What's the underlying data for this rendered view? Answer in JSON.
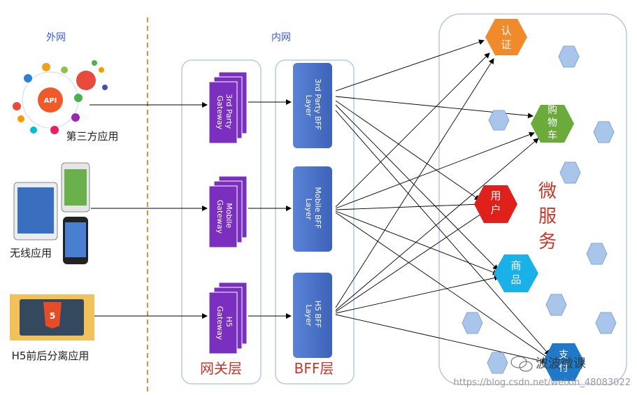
{
  "zones": {
    "external": "外网",
    "internal": "内网"
  },
  "clients": {
    "third_party": "第三方应用",
    "third_party_icon_label": "API",
    "wireless": "无线应用",
    "h5": "H5前后分离应用"
  },
  "layers": {
    "gateway_layer": "网关层",
    "bff_layer": "BFF层",
    "microservices": [
      "微",
      "服",
      "务"
    ]
  },
  "gateways": [
    {
      "lines": [
        "3rd Party",
        "Gateway"
      ]
    },
    {
      "lines": [
        "Mobile",
        "Gateway"
      ]
    },
    {
      "lines": [
        "H5",
        "Gateway"
      ]
    }
  ],
  "bffs": [
    {
      "lines": [
        "3rd Party BFF",
        "Layer"
      ]
    },
    {
      "lines": [
        "Mobile BFF",
        "Layer"
      ]
    },
    {
      "lines": [
        "H5 BFF",
        "Layer"
      ]
    }
  ],
  "services": {
    "auth": [
      "认",
      "证"
    ],
    "cart": [
      "购",
      "物",
      "车"
    ],
    "user": [
      "用",
      "户"
    ],
    "product": [
      "商",
      "品"
    ],
    "pay": [
      "支",
      "付"
    ]
  },
  "watermark": {
    "brand": "波波微课",
    "url": "https://blog.csdn.net/weixin_48083022"
  },
  "colors": {
    "gateway_purple": "#7b2fbe",
    "bff_blue": "#4a72c9",
    "auth_orange": "#f08a2a",
    "cart_green": "#6aab3c",
    "user_red": "#e0201a",
    "product_cyan": "#1ab0e8",
    "pay_blue": "#1f78c8",
    "hex_pale": "#a9c6ea",
    "title_blue": "#3c5bd6",
    "layer_red": "#c0392b",
    "divider_orange": "#f08a2a"
  }
}
